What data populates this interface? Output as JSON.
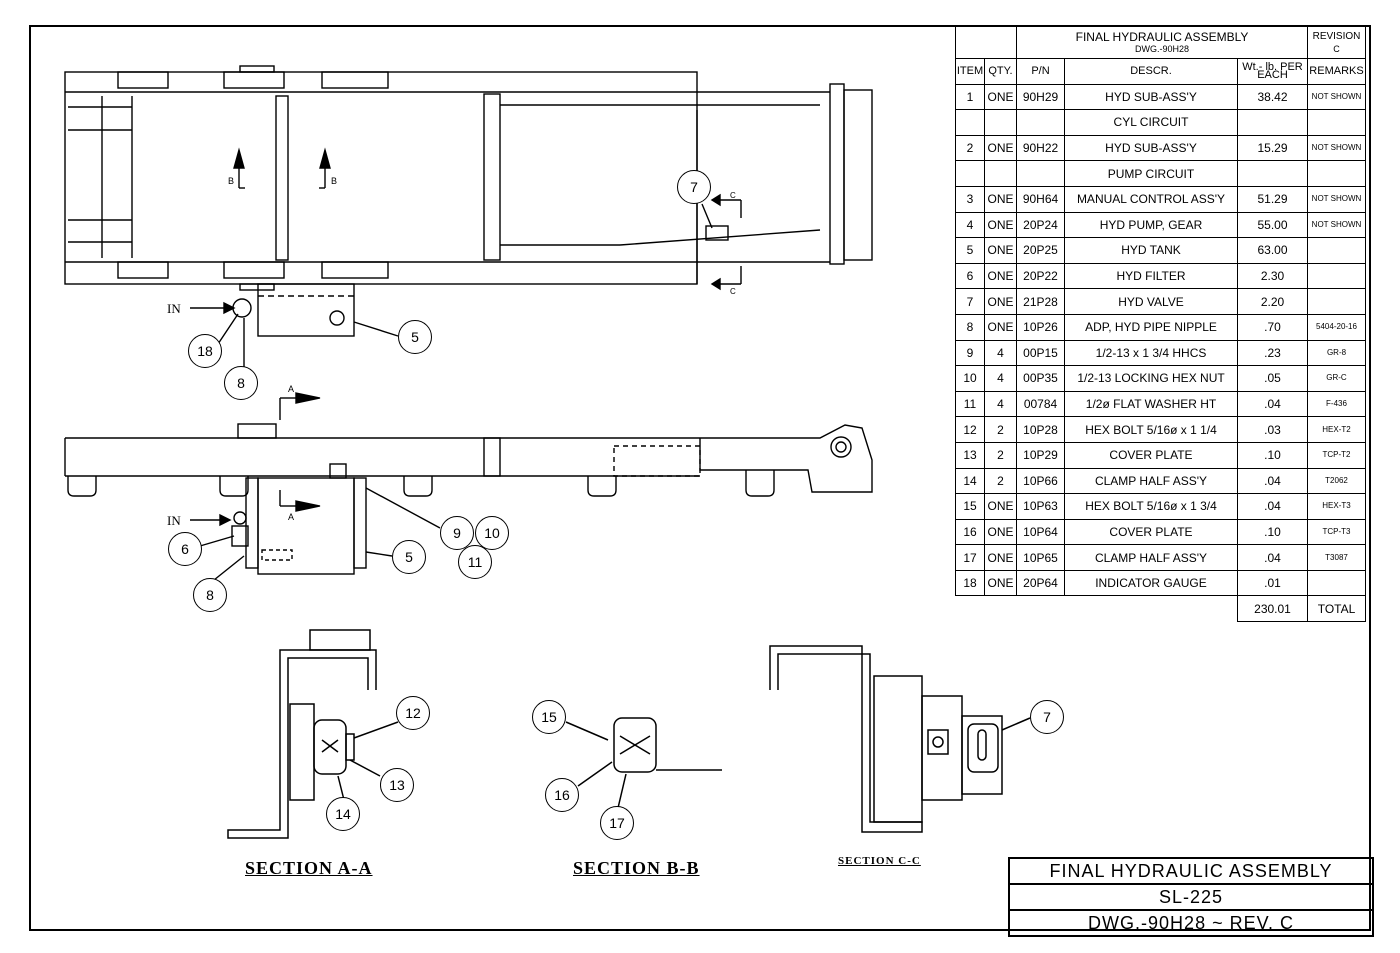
{
  "bom": {
    "title": "FINAL HYDRAULIC ASSEMBLY",
    "subtitle": "DWG.-90H28",
    "revision_label": "REVISION",
    "revision_value": "C",
    "headers": [
      "ITEM",
      "QTY.",
      "P/N",
      "DESCR.",
      "Wt.- lb. PER EACH",
      "REMARKS"
    ],
    "rows": [
      [
        "1",
        "ONE",
        "90H29",
        "HYD SUB-ASS'Y",
        "38.42",
        "NOT SHOWN"
      ],
      [
        "",
        "",
        "",
        "CYL CIRCUIT",
        "",
        ""
      ],
      [
        "2",
        "ONE",
        "90H22",
        "HYD SUB-ASS'Y",
        "15.29",
        "NOT SHOWN"
      ],
      [
        "",
        "",
        "",
        "PUMP CIRCUIT",
        "",
        ""
      ],
      [
        "3",
        "ONE",
        "90H64",
        "MANUAL CONTROL ASS'Y",
        "51.29",
        "NOT SHOWN"
      ],
      [
        "4",
        "ONE",
        "20P24",
        "HYD PUMP, GEAR",
        "55.00",
        "NOT SHOWN"
      ],
      [
        "5",
        "ONE",
        "20P25",
        "HYD TANK",
        "63.00",
        ""
      ],
      [
        "6",
        "ONE",
        "20P22",
        "HYD FILTER",
        "2.30",
        ""
      ],
      [
        "7",
        "ONE",
        "21P28",
        "HYD VALVE",
        "2.20",
        ""
      ],
      [
        "8",
        "ONE",
        "10P26",
        "ADP, HYD PIPE NIPPLE",
        ".70",
        "5404-20-16"
      ],
      [
        "9",
        "4",
        "00P15",
        "1/2-13 x 1 3/4 HHCS",
        ".23",
        "GR-8"
      ],
      [
        "10",
        "4",
        "00P35",
        "1/2-13 LOCKING HEX NUT",
        ".05",
        "GR-C"
      ],
      [
        "11",
        "4",
        "00784",
        "1/2ø FLAT WASHER HT",
        ".04",
        "F-436"
      ],
      [
        "12",
        "2",
        "10P28",
        "HEX BOLT 5/16ø x 1 1/4",
        ".03",
        "HEX-T2"
      ],
      [
        "13",
        "2",
        "10P29",
        "COVER PLATE",
        ".10",
        "TCP-T2"
      ],
      [
        "14",
        "2",
        "10P66",
        "CLAMP HALF ASS'Y",
        ".04",
        "T2062"
      ],
      [
        "15",
        "ONE",
        "10P63",
        "HEX BOLT 5/16ø x 1 3/4",
        ".04",
        "HEX-T3"
      ],
      [
        "16",
        "ONE",
        "10P64",
        "COVER PLATE",
        ".10",
        "TCP-T3"
      ],
      [
        "17",
        "ONE",
        "10P65",
        "CLAMP HALF ASS'Y",
        ".04",
        "T3087"
      ],
      [
        "18",
        "ONE",
        "20P64",
        "INDICATOR GAUGE",
        ".01",
        ""
      ]
    ],
    "total_weight": "230.01",
    "total_label": "TOTAL"
  },
  "title_block": {
    "line1": "FINAL HYDRAULIC ASSEMBLY",
    "line2": "SL-225",
    "line3": "DWG.-90H28 ~ REV. C"
  },
  "views": {
    "in_label": "IN",
    "section_a": "SECTION A-A",
    "section_b": "SECTION B-B",
    "section_c": "SECTION C-C",
    "cut_a": "A",
    "cut_b": "B",
    "cut_c": "C"
  },
  "balloons": {
    "b5a": "5",
    "b18": "18",
    "b8a": "8",
    "b7a": "7",
    "b6": "6",
    "b8b": "8",
    "b9": "9",
    "b10": "10",
    "b11": "11",
    "b5b": "5",
    "b12": "12",
    "b13": "13",
    "b14": "14",
    "b15": "15",
    "b16": "16",
    "b17": "17",
    "b7b": "7"
  }
}
